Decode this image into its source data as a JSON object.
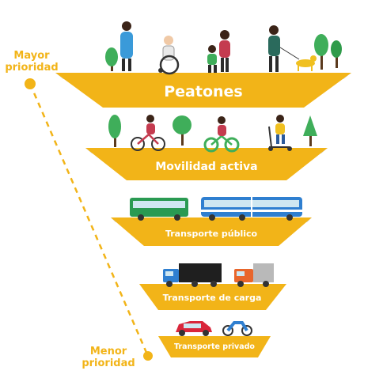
{
  "priority": {
    "high_label": "Mayor\nprioridad",
    "low_label": "Menor\nprioridad"
  },
  "tiers": [
    {
      "label": "Peatones",
      "icons": [
        "tree-icon",
        "woman-pedestrian-icon",
        "wheelchair-user-icon",
        "family-pedestrians-icon",
        "dog-walker-icon",
        "tree-icon"
      ]
    },
    {
      "label": "Movilidad activa",
      "icons": [
        "tree-icon",
        "cyclist-icon",
        "tree-icon",
        "cyclist-icon",
        "scooter-rider-icon",
        "tree-icon"
      ]
    },
    {
      "label": "Transporte público",
      "icons": [
        "green-bus-icon",
        "articulated-bus-icon"
      ]
    },
    {
      "label": "Transporte  de carga",
      "icons": [
        "cargo-truck-icon",
        "small-truck-icon"
      ]
    },
    {
      "label": "Transporte privado",
      "icons": [
        "car-icon",
        "motorcycle-icon"
      ]
    }
  ],
  "colors": {
    "accent": "#f2b418",
    "accent_dark": "#d99a0a",
    "tier_top": "#d6d6d6",
    "label_text": "#ffffff"
  }
}
